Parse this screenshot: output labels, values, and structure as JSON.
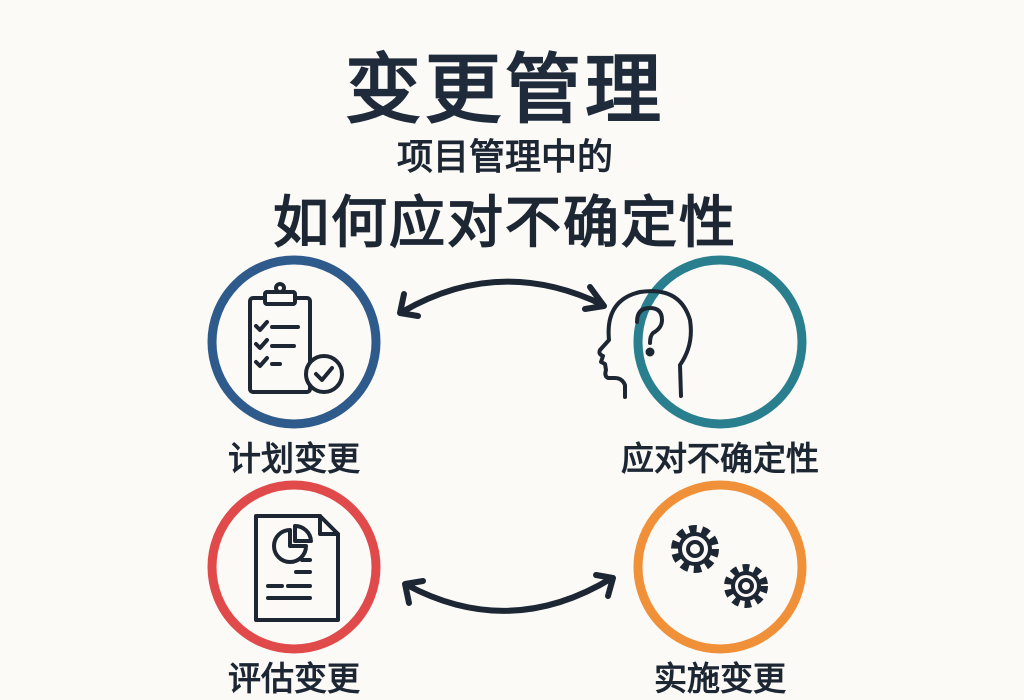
{
  "title": "变更管理",
  "subtitle_line1": "项目管理中的",
  "subtitle_line2": "如何应对不确定性",
  "nodes": [
    {
      "label": "计划变更",
      "icon": "clipboard-checklist-icon",
      "color": "#2f5b8c"
    },
    {
      "label": "应对不确定性",
      "icon": "head-question-icon",
      "color": "#2a7f8f"
    },
    {
      "label": "评估变更",
      "icon": "document-pie-chart-icon",
      "color": "#e04a4a"
    },
    {
      "label": "实施变更",
      "icon": "gears-icon",
      "color": "#f0913a"
    }
  ],
  "colors": {
    "background": "#fbfaf7",
    "text": "#1d2733",
    "arrow": "#1d2733"
  }
}
